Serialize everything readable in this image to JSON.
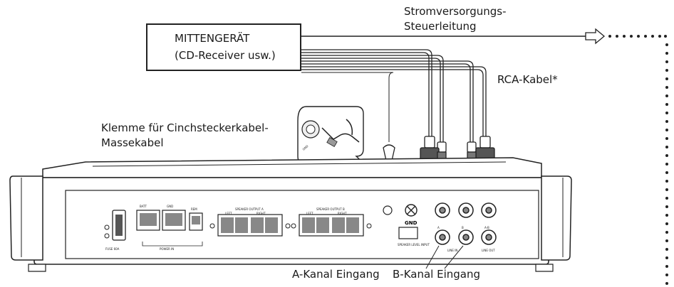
{
  "head_unit": {
    "line1": "MITTENGERÄT",
    "line2": "(CD-Receiver usw.)"
  },
  "labels": {
    "power_control_line1": "Stromversorgungs-",
    "power_control_line2": "Steuerleitung",
    "rca_cable": "RCA-Kabel*",
    "ground_terminal_line1": "Klemme für Cinchsteckerkabel-",
    "ground_terminal_line2": "Massekabel",
    "a_channel_input": "A-Kanal Eingang",
    "b_channel_input": "B-Kanal Eingang"
  },
  "amplifier": {
    "batt": "BATT",
    "gnd": "GND",
    "rem": "REM",
    "power_in": "POWER IN",
    "fuse": "FUSE 60A",
    "speaker_output_a": "SPEAKER OUTPUT A",
    "speaker_output_b": "SPEAKER OUTPUT B",
    "left": "LEFT",
    "right": "RIGHT",
    "gnd_terminal": "GND",
    "speaker_level_input": "SPEAKER LEVEL INPUT",
    "line_in": "LINE IN",
    "line_out": "LINE OUT",
    "ch_a": "A",
    "ch_b": "B",
    "ch_ab": "A-B"
  }
}
